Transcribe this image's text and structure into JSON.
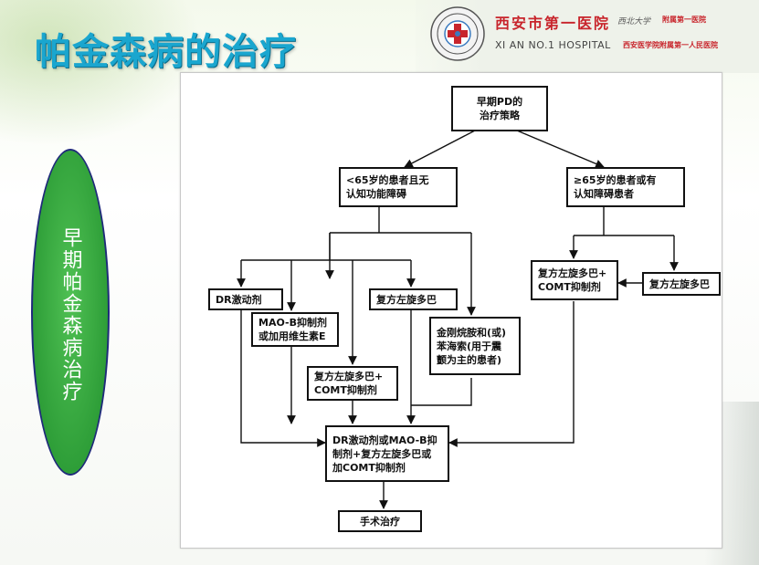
{
  "slide": {
    "title": "帕金森病的治疗",
    "side_label": "早期帕金森病治疗"
  },
  "hospital": {
    "name_cn": "西安市第一医院",
    "university": "西北大学",
    "affiliation_top": "附属第一医院",
    "name_en": "XI AN NO.1 HOSPITAL",
    "affiliation_bottom": "西安医学院附属第一人民医院"
  },
  "diagram": {
    "nodes": {
      "root": "早期PD的\n治疗策略",
      "young": "<65岁的患者且无\n认知功能障碍",
      "old": "≥65岁的患者或有\n认知障碍患者",
      "dr": "DR激动剂",
      "maob": "MAO-B抑制剂\n或加用维生素E",
      "levodopa": "复方左旋多巴",
      "amantadine": "金刚烷胺和(或)\n苯海索(用于震\n颤为主的患者)",
      "levo_comt": "复方左旋多巴+\nCOMT抑制剂",
      "combo": "DR激动剂或MAO-B抑\n制剂+复方左旋多巴或\n加COMT抑制剂",
      "surgery": "手术治疗",
      "old_levo_comt": "复方左旋多巴+\nCOMT抑制剂",
      "old_levodopa": "复方左旋多巴"
    }
  },
  "colors": {
    "title": "#1aa6cf",
    "oval": "#2e9e38",
    "hospital_red": "#c8252c"
  }
}
